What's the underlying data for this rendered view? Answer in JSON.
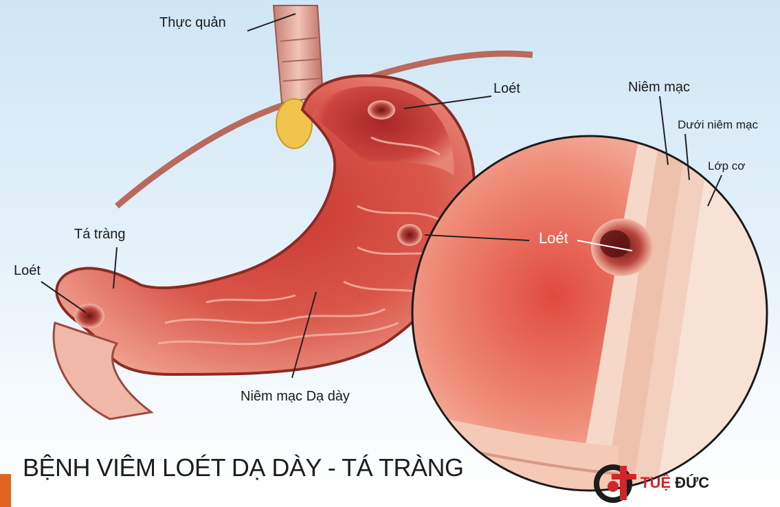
{
  "labels": {
    "thuc_quan": "Thực quản",
    "loet_top": "Loét",
    "niem_mac": "Niêm mạc",
    "duoi_niem_mac": "Dưới niêm mạc",
    "lop_co": "Lớp cơ",
    "ta_trang": "Tá tràng",
    "loet_left": "Loét",
    "loet_mid": "Loét",
    "niem_mac_da_day": "Niêm mạc Dạ dày"
  },
  "title": "BỆNH VIÊM LOÉT DẠ DÀY - TÁ TRÀNG",
  "logo": {
    "part1": "TUỆ",
    "part2": "ĐỨC"
  },
  "colors": {
    "stomach_outer": "#c9463c",
    "stomach_inner": "#e05a4e",
    "mucosa_light": "#f2b3a3",
    "fat_yellow": "#f1c54b",
    "esophagus": "#cf8a7c",
    "circle_stroke": "#1a1a1a",
    "logo_red": "#d0262b",
    "accent_orange": "#e0651f"
  }
}
